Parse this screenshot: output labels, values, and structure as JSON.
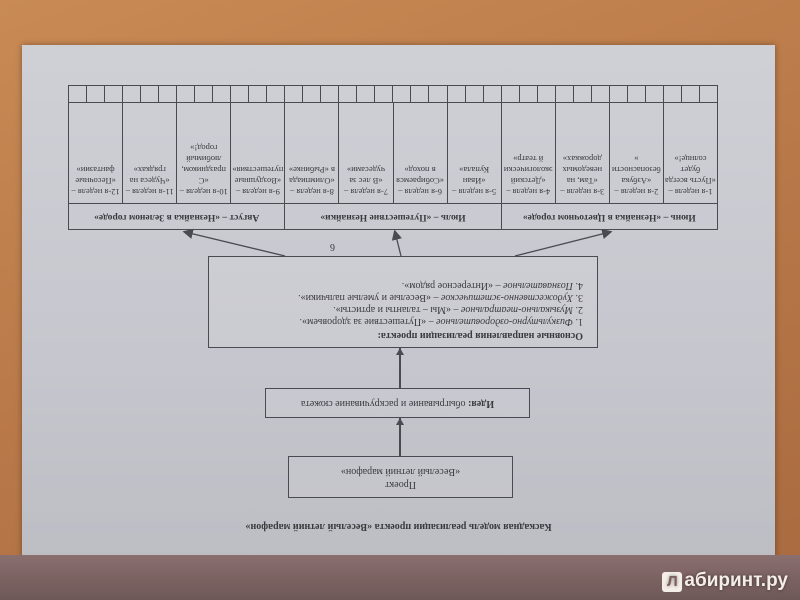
{
  "title": "Каскадная модель реализации проекта «Веселый летний марафон»",
  "project": {
    "line1": "Проект",
    "line2": "«Веселый летний марафон»"
  },
  "idea": {
    "label": "Идея:",
    "text": " обыгрывание и раскручивание сюжета"
  },
  "directions": {
    "heading": "Основные направления реализации проекта:",
    "items": [
      {
        "num": "1.",
        "kind": "Физкультурно-оздоровительное",
        "name": " – «Путешествие за здоровьем»."
      },
      {
        "num": "2.",
        "kind": "Музыкально-театральное",
        "name": " – «Мы – таланты и артисты»."
      },
      {
        "num": "3.",
        "kind": "Художественно-эстетическое",
        "name": " – «Веселые и умелые пальчики»."
      },
      {
        "num": "4.",
        "kind": "Познавательное",
        "name": " – «Интересное рядом»."
      }
    ]
  },
  "page_number": "6",
  "months": [
    "Июнь – «Незнайка в Цветочном городе»",
    "Июль – «Путешествие Незнайки»",
    "Август – «Незнайка в Зеленом городе»"
  ],
  "weeks": [
    {
      "n": "1-я неделя –",
      "t": "«Пусть всегда будет солнце!»"
    },
    {
      "n": "2-я неделя –",
      "t": "«Азбука безопасности»"
    },
    {
      "n": "3-я неделя –",
      "t": "«Там, на неведомых дорожках»"
    },
    {
      "n": "4-я неделя –",
      "t": "«Детский экологический театр»"
    },
    {
      "n": "5-я неделя –",
      "t": "«Иван Купала»"
    },
    {
      "n": "6-я неделя –",
      "t": "«Собираемся в поход»"
    },
    {
      "n": "7-я неделя –",
      "t": "«В лес за чудесами»"
    },
    {
      "n": "8-я неделя –",
      "t": "«Олимпиада в «Рыбинке»"
    },
    {
      "n": "9-я неделя –",
      "t": "«Воздушные путешествия»"
    },
    {
      "n": "10-я неделя –",
      "t": "«С праздником, любимый город!»"
    },
    {
      "n": "11-я неделя –",
      "t": "«Чудеса на грядках»"
    },
    {
      "n": "12-я неделя –",
      "t": "«Песочные фантазии»"
    }
  ],
  "watermark": {
    "logo": "Л",
    "text": "абиринт.ру"
  }
}
